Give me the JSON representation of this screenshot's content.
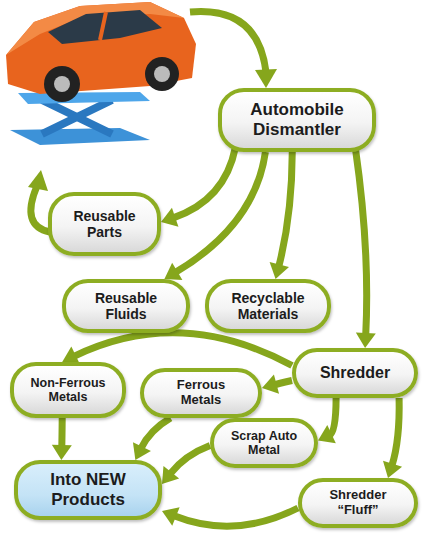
{
  "diagram": {
    "nodes": [
      {
        "text": [
          "Automobile Dismantler"
        ]
      },
      {
        "text": [
          "Reusable Parts"
        ]
      },
      {
        "text": [
          "Reusable Fluids"
        ]
      },
      {
        "text": [
          "Recyclable Materials"
        ]
      },
      {
        "text": [
          "Shredder"
        ]
      },
      {
        "text": [
          "Non-Ferrous Metals"
        ]
      },
      {
        "text": [
          "Ferrous Metals"
        ]
      },
      {
        "text": [
          "Scrap Auto Metal"
        ]
      },
      {
        "text": [
          "Into NEW Products"
        ]
      },
      {
        "text": [
          "Shredder “Fluff”"
        ]
      }
    ],
    "edges": [
      {
        "from": 0,
        "to": 1,
        "arrow": "to"
      },
      {
        "from": 0,
        "to": 2,
        "arrow": "to"
      },
      {
        "from": 0,
        "to": 3,
        "arrow": "to"
      },
      {
        "from": 0,
        "to": 4,
        "arrow": "to"
      },
      {
        "from": 4,
        "to": 5,
        "arrow": "to"
      },
      {
        "from": 4,
        "to": 6,
        "arrow": "to"
      },
      {
        "from": 4,
        "to": 7,
        "arrow": "to"
      },
      {
        "from": 4,
        "to": 9,
        "arrow": "to"
      },
      {
        "from": 5,
        "to": 8,
        "arrow": "to"
      },
      {
        "from": 6,
        "to": 8,
        "arrow": "to"
      },
      {
        "from": 7,
        "to": 8,
        "arrow": "to"
      },
      {
        "from": 9,
        "to": 8,
        "arrow": "to"
      }
    ]
  }
}
